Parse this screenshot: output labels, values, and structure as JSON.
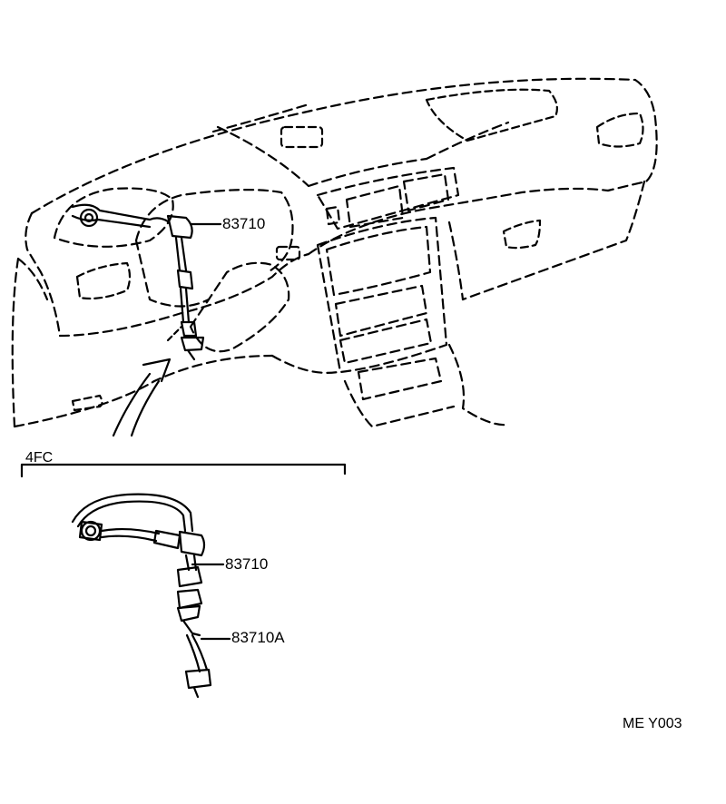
{
  "labels": {
    "part_upper": "83710",
    "section": "4FC",
    "part_lower_1": "83710",
    "part_lower_2": "83710A",
    "diagram_code": "ME  Y003"
  }
}
